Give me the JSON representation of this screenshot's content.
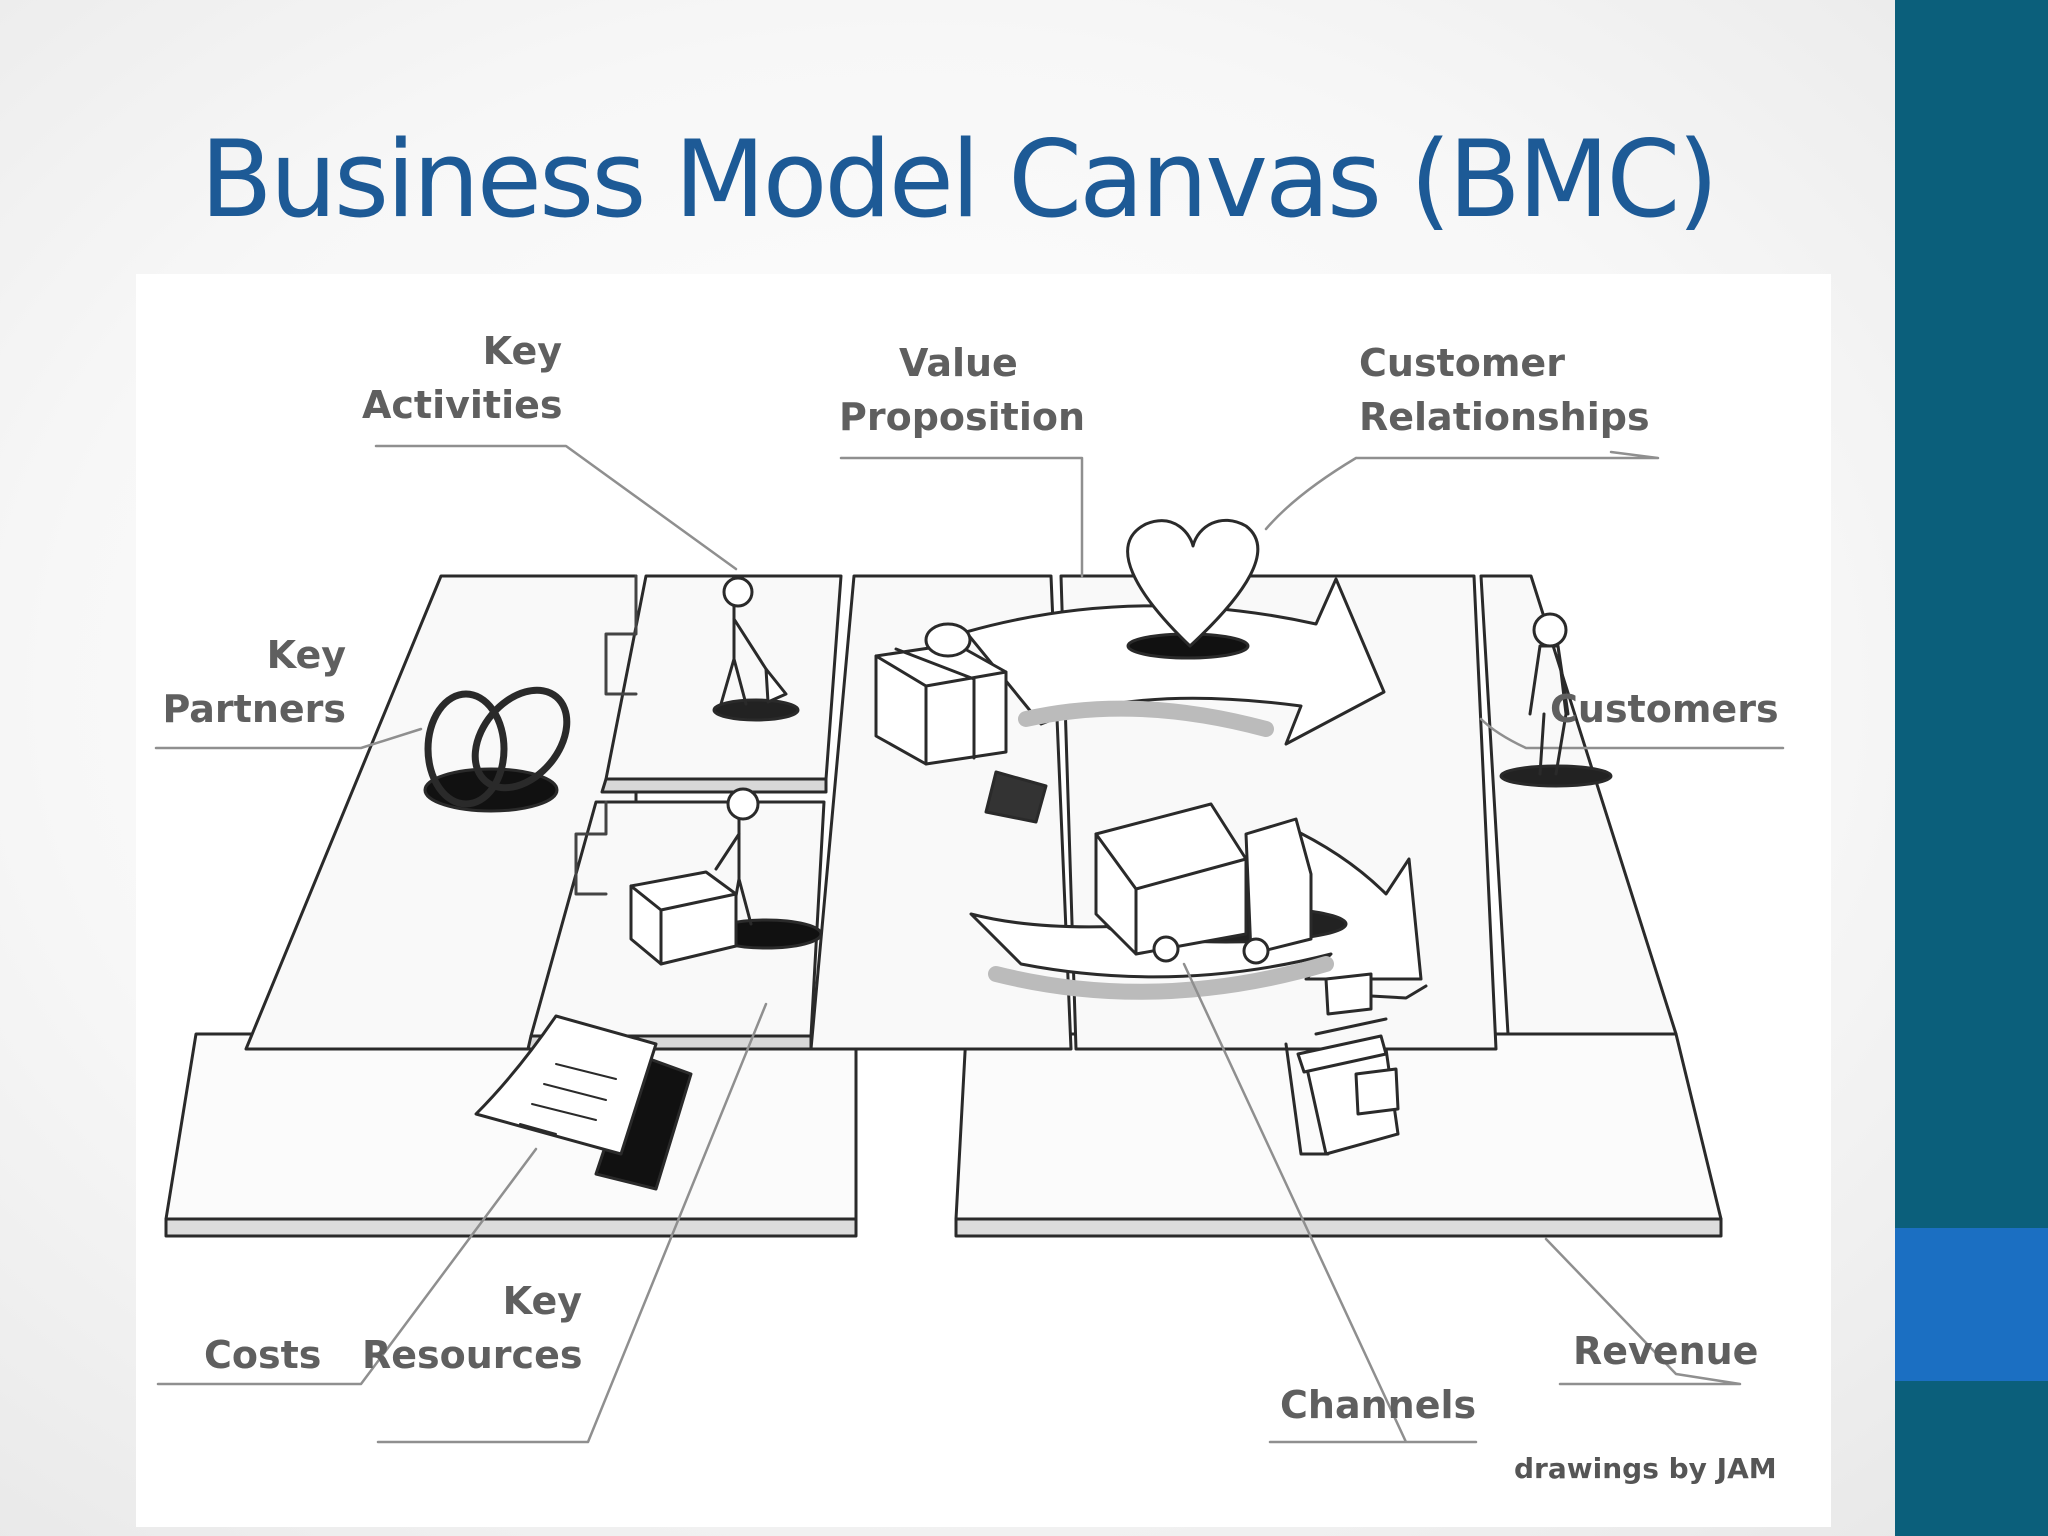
{
  "slide": {
    "title": "Business Model Canvas (BMC)"
  },
  "diagram": {
    "labels": {
      "key_activities": [
        "Key",
        "Activities"
      ],
      "value_proposition": [
        "Value",
        "Proposition"
      ],
      "customer_relationships": [
        "Customer",
        "Relationships"
      ],
      "key_partners": [
        "Key",
        "Partners"
      ],
      "customers": "Customers",
      "costs": "Costs",
      "key_resources": [
        "Key",
        "Resources"
      ],
      "channels": "Channels",
      "revenue": "Revenue"
    },
    "credit": "drawings by JAM",
    "icons": [
      "rings-icon",
      "digging-person-icon",
      "gift-box-icon",
      "heart-icon",
      "person-icon",
      "truck-icon",
      "person-with-machine-icon",
      "document-icon",
      "cash-register-icon"
    ]
  },
  "colors": {
    "title": "#1d5a96",
    "sidebar_dark": "#0b5f7b",
    "sidebar_blue": "#1b6fc2",
    "label_text": "#5f5f5f"
  }
}
